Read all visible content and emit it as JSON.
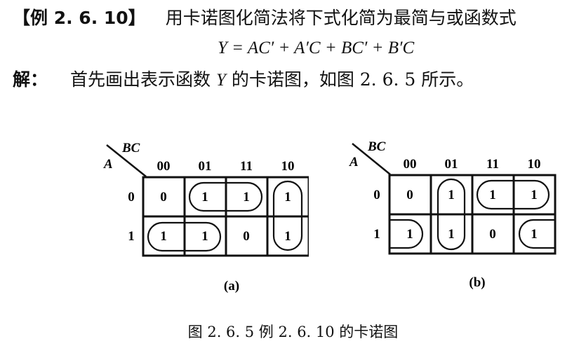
{
  "example": {
    "label": "【例 2. 6. 10】",
    "text": "用卡诺图化简法将下式化简为最简与或函数式",
    "equation": "Y = AC′ + A′C + BC′ + B′C"
  },
  "solution": {
    "label": "解：",
    "text_before": "首先画出表示函数 ",
    "var": "Y",
    "text_after": " 的卡诺图，如图 2. 6. 5 所示。"
  },
  "maps": [
    {
      "sublabel": "(a)",
      "row_var": "A",
      "col_var": "BC",
      "col_headers": [
        "00",
        "01",
        "11",
        "10"
      ],
      "row_headers": [
        "0",
        "1"
      ],
      "cells": [
        [
          "0",
          "1",
          "1",
          "1"
        ],
        [
          "1",
          "1",
          "0",
          "1"
        ]
      ]
    },
    {
      "sublabel": "(b)",
      "row_var": "A",
      "col_var": "BC",
      "col_headers": [
        "00",
        "01",
        "11",
        "10"
      ],
      "row_headers": [
        "0",
        "1"
      ],
      "cells": [
        [
          "0",
          "1",
          "1",
          "1"
        ],
        [
          "1",
          "1",
          "0",
          "1"
        ]
      ]
    }
  ],
  "caption": "图 2. 6. 5    例 2. 6. 10 的卡诺图"
}
